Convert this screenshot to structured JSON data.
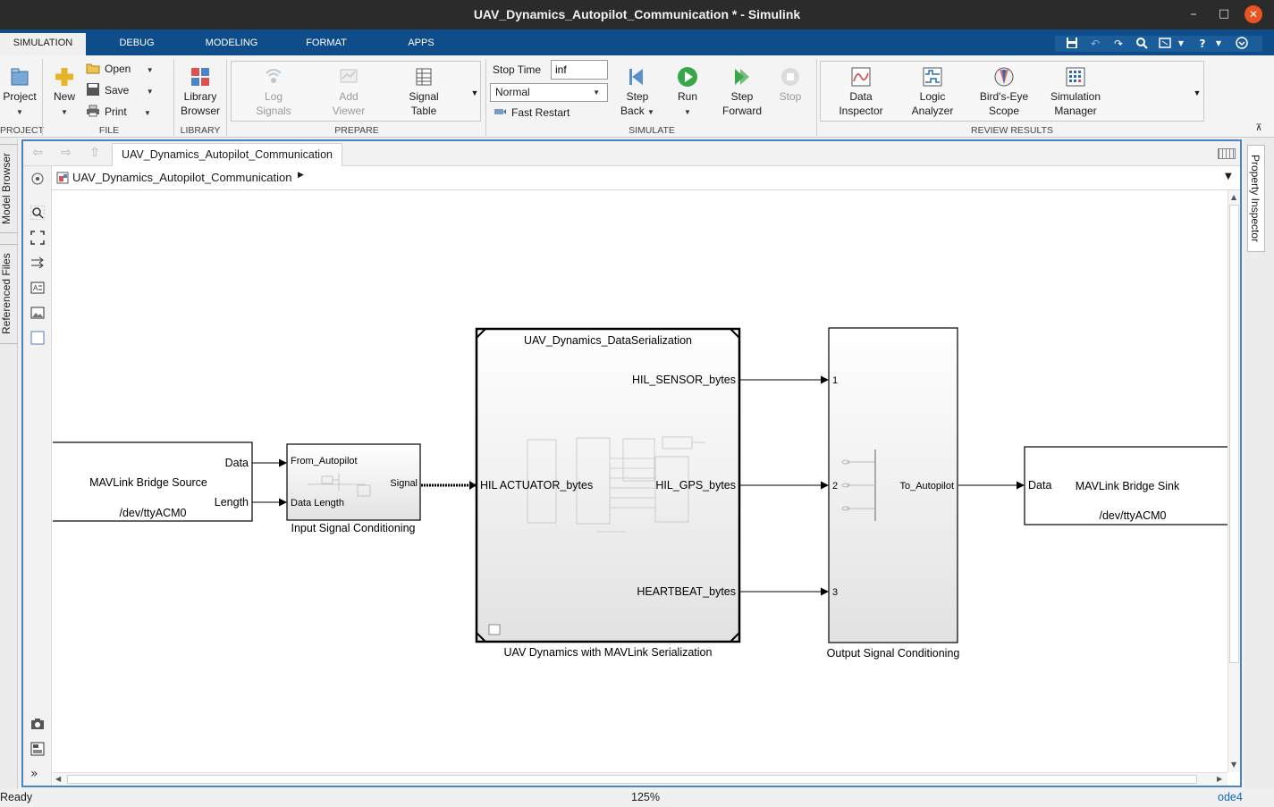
{
  "window": {
    "title": "UAV_Dynamics_Autopilot_Communication * - Simulink",
    "min": "–",
    "max": "□",
    "close": "✕"
  },
  "tabs": [
    "SIMULATION",
    "DEBUG",
    "MODELING",
    "FORMAT",
    "APPS"
  ],
  "ribbon": {
    "project": {
      "button": "Project",
      "group": "PROJECT"
    },
    "file": {
      "new": "New",
      "open": "Open",
      "save": "Save",
      "print": "Print",
      "group": "FILE"
    },
    "library": {
      "button_line1": "Library",
      "button_line2": "Browser",
      "group": "LIBRARY"
    },
    "prepare": {
      "log_line1": "Log",
      "log_line2": "Signals",
      "viewer_line1": "Add",
      "viewer_line2": "Viewer",
      "table_line1": "Signal",
      "table_line2": "Table",
      "group": "PREPARE"
    },
    "simulate": {
      "stop_time_label": "Stop Time",
      "stop_time_value": "inf",
      "mode": "Normal",
      "fast_restart": "Fast Restart",
      "step_back_line1": "Step",
      "step_back_line2": "Back",
      "run": "Run",
      "step_fwd_line1": "Step",
      "step_fwd_line2": "Forward",
      "stop": "Stop",
      "group": "SIMULATE"
    },
    "review": {
      "data_line1": "Data",
      "data_line2": "Inspector",
      "logic_line1": "Logic",
      "logic_line2": "Analyzer",
      "birds_line1": "Bird's-Eye",
      "birds_line2": "Scope",
      "sim_line1": "Simulation",
      "sim_line2": "Manager",
      "group": "REVIEW RESULTS"
    }
  },
  "side": {
    "model_browser": "Model Browser",
    "referenced_files": "Referenced Files",
    "property_inspector": "Property Inspector"
  },
  "editor": {
    "tab": "UAV_Dynamics_Autopilot_Communication",
    "breadcrumb": "UAV_Dynamics_Autopilot_Communication"
  },
  "diagram": {
    "source": {
      "name": "MAVLink Bridge Source",
      "device": "/dev/ttyACM0",
      "port_data": "Data",
      "port_length": "Length"
    },
    "conditioning": {
      "label": "Input Signal Conditioning",
      "in1": "From_Autopilot",
      "in2": "Data Length",
      "out": "Signal"
    },
    "dynamics": {
      "inner_title": "UAV_Dynamics_DataSerialization",
      "label": "UAV Dynamics with MAVLink Serialization",
      "in": "HIL ACTUATOR_bytes",
      "out1": "HIL_SENSOR_bytes",
      "out2": "HIL_GPS_bytes",
      "out3": "HEARTBEAT_bytes"
    },
    "output": {
      "label": "Output Signal Conditioning",
      "in1": "1",
      "in2": "2",
      "in3": "3",
      "out": "To_Autopilot"
    },
    "sink": {
      "name": "MAVLink Bridge Sink",
      "device": "/dev/ttyACM0",
      "port_data": "Data"
    }
  },
  "status": {
    "left": "Ready",
    "zoom": "125%",
    "solver": "ode4"
  },
  "colors": {
    "tabstrip": "#0f4d8a",
    "editor_border": "#4a86c5",
    "run_green": "#3aa64a",
    "close_orange": "#e95420",
    "solver_link": "#1565c0"
  }
}
